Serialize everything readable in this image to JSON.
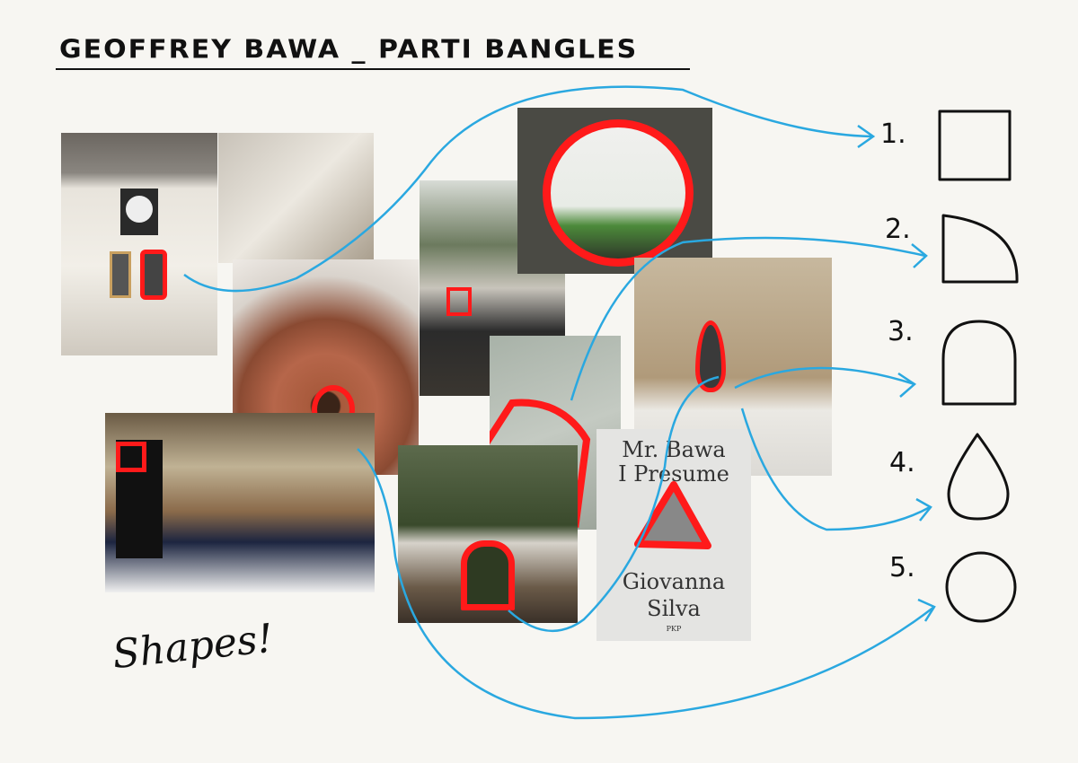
{
  "title": "GEOFFREY BAWA _ PARTI BANGLES",
  "note": "Shapes!",
  "book": {
    "title_line1": "Mr. Bawa",
    "title_line2": "I Presume",
    "author_line1": "Giovanna",
    "author_line2": "Silva",
    "publisher": "PKP"
  },
  "legend": [
    {
      "number": "1.",
      "shape": "square"
    },
    {
      "number": "2.",
      "shape": "quarter-round"
    },
    {
      "number": "3.",
      "shape": "arch"
    },
    {
      "number": "4.",
      "shape": "teardrop"
    },
    {
      "number": "5.",
      "shape": "circle"
    }
  ],
  "colors": {
    "arrow": "#2aa8e0",
    "highlight": "#ff1a1a",
    "ink": "#111111",
    "paper": "#f7f6f2"
  }
}
